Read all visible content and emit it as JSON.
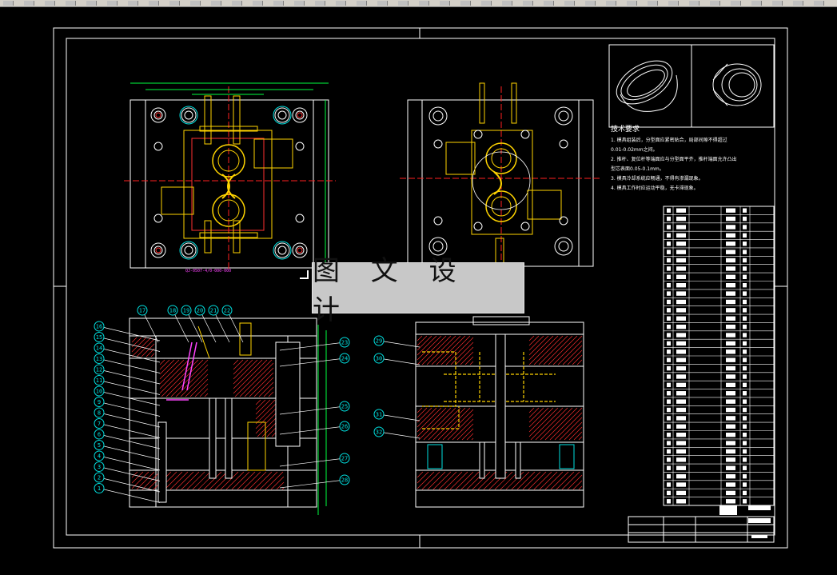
{
  "toolbar": {
    "buttons": 40
  },
  "drawing": {
    "watermark_text": "图 文 设 计",
    "drawing_number": "QJ-0507-4/0-000-000",
    "technical_requirements": {
      "title": "技术要求",
      "lines": [
        "1. 模具组装后，分型面应紧密贴合，局部间隙不得超过",
        "0.01-0.02mm之间。",
        "2. 推杆、复位杆等端面应与分型面平齐，推杆端面允许凸出",
        "型芯表面0.05-0.1mm。",
        "3. 模具冷却系统应畅通，不得有渗漏现象。",
        "4. 模具工作时应运动平稳，无卡滞现象。"
      ]
    },
    "bom_row_count": 36,
    "left_balloons": [
      "16",
      "15",
      "14",
      "13",
      "12",
      "11",
      "10",
      "9",
      "8",
      "7",
      "6",
      "5",
      "4",
      "3",
      "2",
      "1"
    ],
    "top_balloons": [
      "17",
      "18",
      "19",
      "20",
      "21",
      "22"
    ],
    "right_balloons_left_view": [
      "23",
      "24",
      "25",
      "26",
      "27",
      "28"
    ],
    "right_view_balloons": [
      "29",
      "30",
      "31",
      "32"
    ],
    "colors": {
      "frame": "#ffffff",
      "centerline": "#ff2020",
      "part_yellow": "#ffd400",
      "dimension": "#00ff40",
      "balloon": "#00e0e0",
      "hatch": "#ff3030",
      "highlight": "#ff44ff"
    }
  }
}
